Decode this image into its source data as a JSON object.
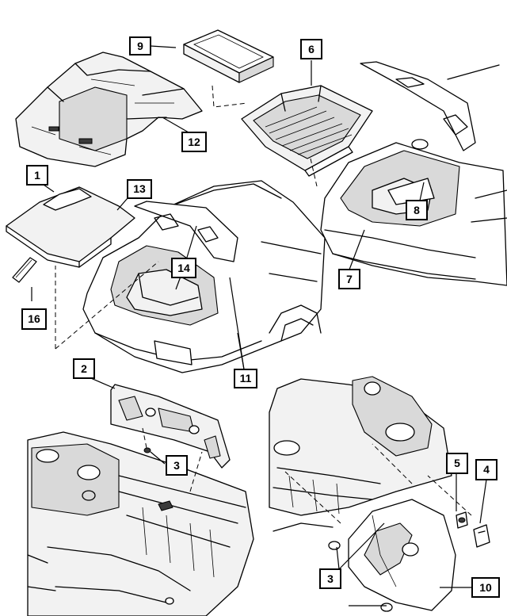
{
  "callouts": {
    "c1": "1",
    "c2": "2",
    "c3a": "3",
    "c3b": "3",
    "c4": "4",
    "c5": "5",
    "c6": "6",
    "c7": "7",
    "c8": "8",
    "c9": "9",
    "c10": "10",
    "c11": "11",
    "c12": "12",
    "c13": "13",
    "c14": "14",
    "c16": "16"
  }
}
